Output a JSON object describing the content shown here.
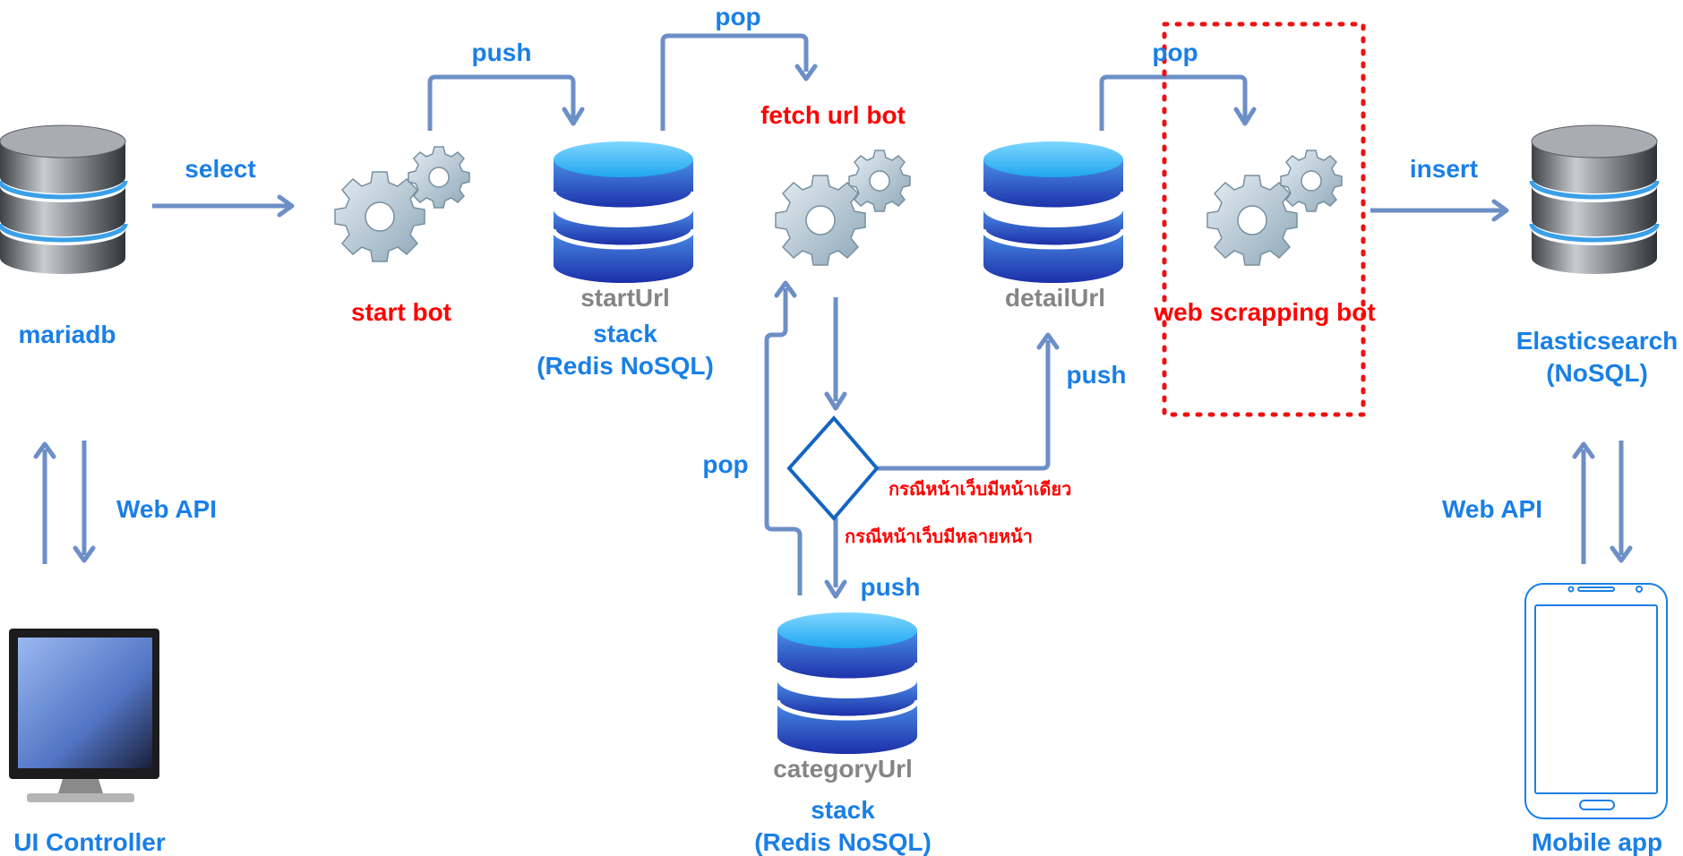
{
  "nodes": {
    "mariadb": "mariadb",
    "ui_controller": "UI Controller",
    "start_bot": "start bot",
    "start_url_name": "startUrl",
    "start_url_stack": "stack",
    "start_url_redis": "(Redis NoSQL)",
    "fetch_url_bot": "fetch url  bot",
    "detail_url": "detailUrl",
    "web_scrapping_bot": "web scrapping bot",
    "elasticsearch": "Elasticsearch",
    "elasticsearch_nosql": "(NoSQL)",
    "mobile_app": "Mobile app",
    "category_url_name": "categoryUrl",
    "category_url_stack": "stack",
    "category_url_redis": "(Redis NoSQL)"
  },
  "edges": {
    "select": "select",
    "push_start": "push",
    "pop_start": "pop",
    "pop_detail": "pop",
    "insert": "insert",
    "push_detail": "push",
    "pop_category": "pop",
    "push_category": "push",
    "web_api_left": "Web API",
    "web_api_right": "Web API"
  },
  "decision": {
    "single_page": "กรณีหน้าเว็บมีหน้าเดียว",
    "multi_page": "กรณีหน้าเว็บมีหลายหน้า"
  },
  "colors": {
    "label_blue": "#1a7fe6",
    "label_red": "#ff0000",
    "label_gray": "#858585",
    "arrow": "#6d8fc7",
    "decision_stroke": "#1565c0",
    "highlight_dots": "#ee1111"
  }
}
